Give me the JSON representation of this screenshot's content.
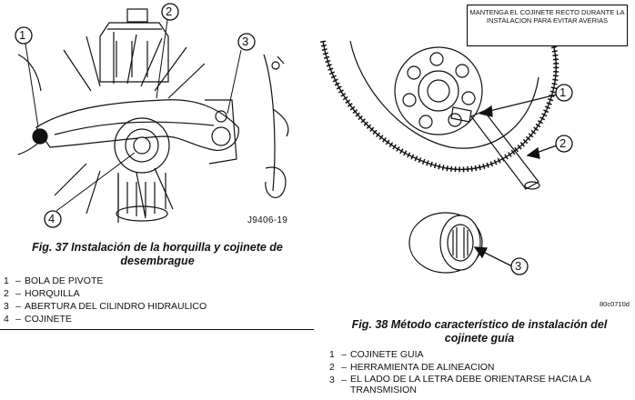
{
  "left_figure": {
    "callouts": [
      "1",
      "2",
      "3",
      "4"
    ],
    "code": "J9406-19",
    "caption": "Fig. 37 Instalación de la horquilla y cojinete de desembrague",
    "legend": [
      {
        "num": "1",
        "text": "BOLA DE PIVOTE"
      },
      {
        "num": "2",
        "text": "HORQUILLA"
      },
      {
        "num": "3",
        "text": "ABERTURA DEL CILINDRO HIDRAULICO"
      },
      {
        "num": "4",
        "text": "COJINETE"
      }
    ]
  },
  "right_figure": {
    "note": "MANTENGA EL COJINETE RECTO DURANTE LA INSTALACION PARA EVITAR AVERIAS",
    "callouts": [
      "1",
      "2",
      "3"
    ],
    "code": "80c0710d",
    "caption": "Fig. 38 Método característico de instalación del cojinete guía",
    "legend": [
      {
        "num": "1",
        "text": "COJINETE GUIA"
      },
      {
        "num": "2",
        "text": "HERRAMIENTA DE ALINEACION"
      },
      {
        "num": "3",
        "text": "EL LADO DE LA LETRA DEBE ORIENTARSE HACIA LA TRANSMISION"
      }
    ]
  },
  "separator": "–"
}
